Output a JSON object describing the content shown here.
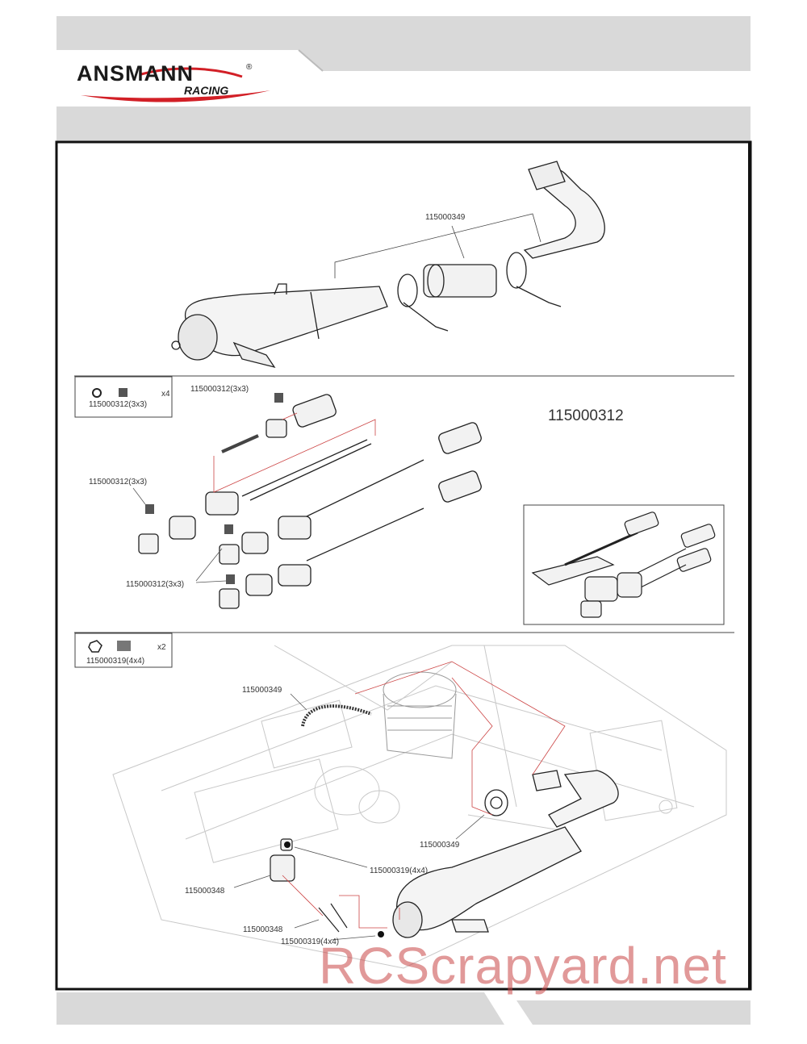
{
  "brand": {
    "name": "ANSMANN",
    "sub": "RACING",
    "reg": "®"
  },
  "section1": {
    "part_label": "115000349"
  },
  "section2": {
    "legend": {
      "qty": "x4",
      "part": "115000312(3x3)"
    },
    "labels": [
      "115000312(3x3)",
      "115000312(3x3)",
      "115000312(3x3)"
    ],
    "title": "115000312"
  },
  "section3": {
    "legend": {
      "qty": "x2",
      "part": "115000319(4x4)"
    },
    "labels": {
      "a": "115000349",
      "b": "115000349",
      "c": "115000319(4x4)",
      "d": "115000348",
      "e": "115000348",
      "f": "115000319(4x4)"
    }
  },
  "watermark": "RCScrapyard.net"
}
